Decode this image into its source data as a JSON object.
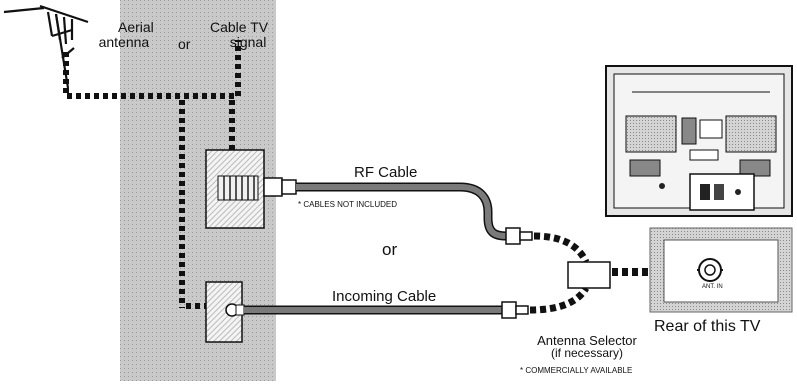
{
  "signal_source": {
    "antenna_label_line1": "Aerial",
    "antenna_label_line2": "antenna",
    "or_label": "or",
    "cable_label_line1": "Cable TV",
    "cable_label_line2": "signal"
  },
  "connections": {
    "rf_cable_label": "RF Cable",
    "cables_note": "* CABLES NOT INCLUDED",
    "or_label": "or",
    "incoming_cable_label": "Incoming Cable"
  },
  "antenna_selector": {
    "label": "Antenna Selector",
    "condition": "(if necessary)",
    "note": "* COMMERCIALLY AVAILABLE"
  },
  "tv": {
    "rear_label": "Rear of this TV",
    "jack_label": "ANT. IN"
  },
  "colors": {
    "wall": "#c8c8c8",
    "cable": "#7a7a7a",
    "dash": "#111111"
  }
}
